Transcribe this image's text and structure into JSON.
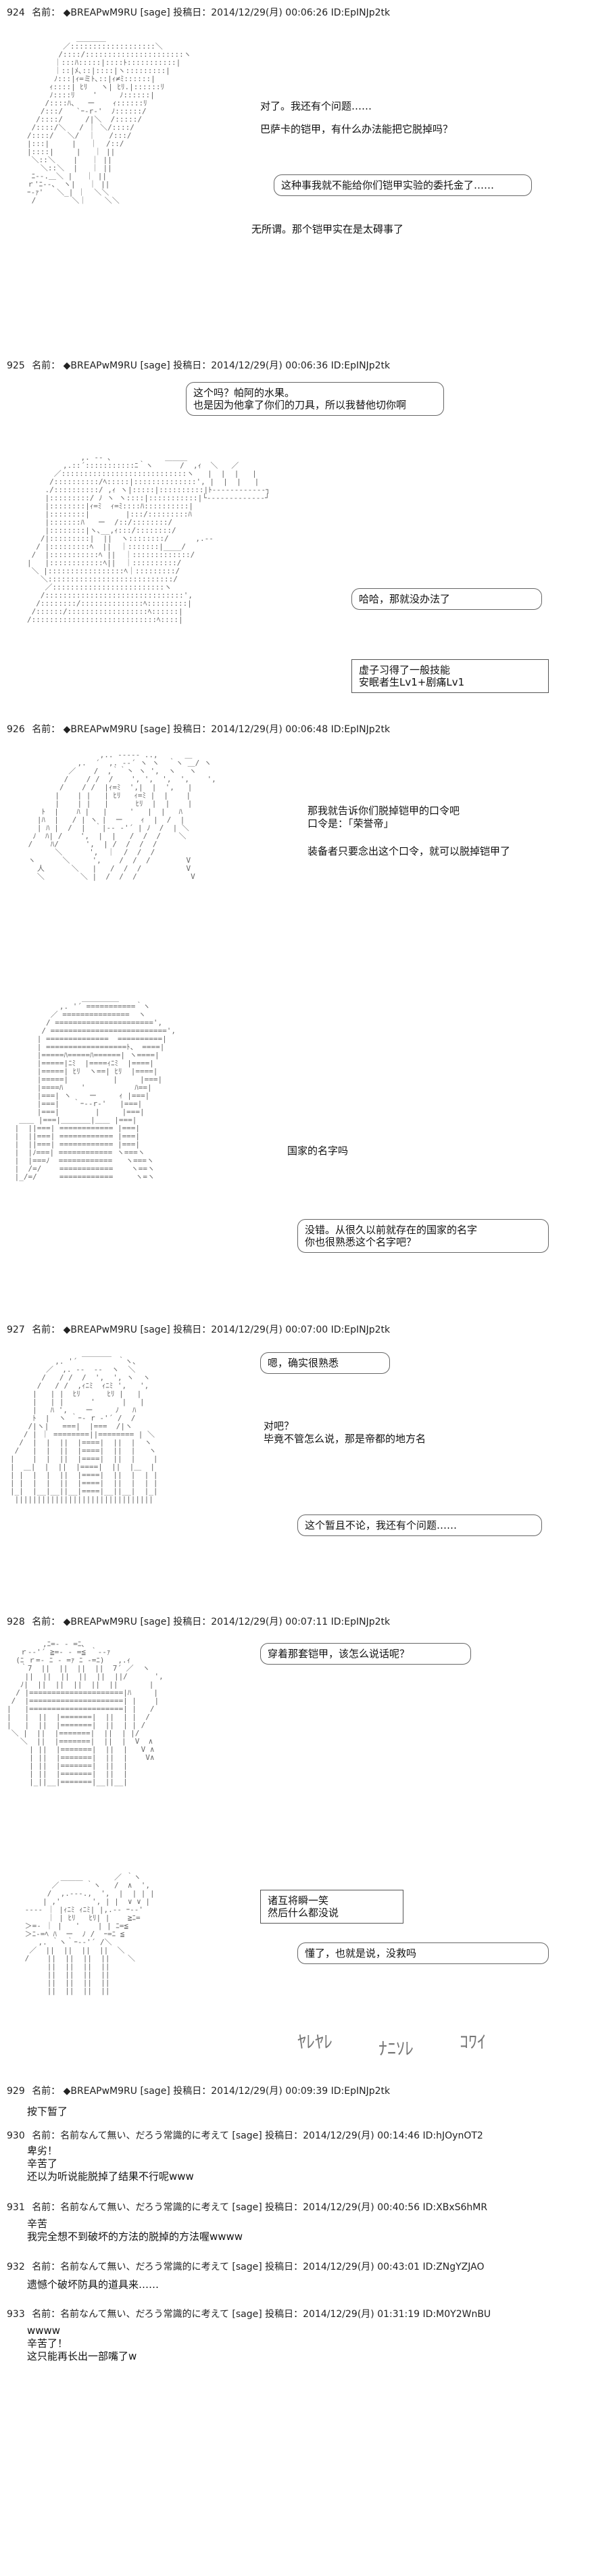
{
  "posts": [
    {
      "header": {
        "num": "924",
        "name_label": "名前：",
        "name": "◆BREAPwM9RU",
        "mail": "[sage]",
        "date": "投稿日：2014/12/29(月) 00:06:26",
        "id": "ID:EpINJp2tk"
      },
      "lines": [
        "对了。我还有个问题……",
        "巴萨卡的铠甲，有什么办法能把它脱掉吗？",
        "这种事我就不能给你们铠甲实验的委托金了……",
        "无所谓。那个铠甲实在是太碍事了"
      ]
    },
    {
      "header": {
        "num": "925",
        "name_label": "名前：",
        "name": "◆BREAPwM9RU",
        "mail": "[sage]",
        "date": "投稿日：2014/12/29(月) 00:06:36",
        "id": "ID:EpINJp2tk"
      },
      "lines": [
        "这个吗？帕阿的水果。\n也是因为他拿了你们的刀具，所以我替他切你啊",
        "哈哈，那就没办法了",
        "虚子习得了一般技能\n安眠者生Lv1+剧痛Lv1"
      ]
    },
    {
      "header": {
        "num": "926",
        "name_label": "名前：",
        "name": "◆BREAPwM9RU",
        "mail": "[sage]",
        "date": "投稿日：2014/12/29(月) 00:06:48",
        "id": "ID:EpINJp2tk"
      },
      "lines": [
        "那我就告诉你们脱掉铠甲的口令吧\n口令是：「荣誉帝」",
        "装备者只要念出这个口令，就可以脱掉铠甲了",
        "国家的名字吗",
        "没错。从很久以前就存在的国家的名字\n你也很熟悉这个名字吧？"
      ]
    },
    {
      "header": {
        "num": "927",
        "name_label": "名前：",
        "name": "◆BREAPwM9RU",
        "mail": "[sage]",
        "date": "投稿日：2014/12/29(月) 00:07:00",
        "id": "ID:EpINJp2tk"
      },
      "lines": [
        "嗯，确实很熟悉",
        "对吧？\n毕竟不管怎么说，那是帝都的地方名",
        "这个暂且不论，我还有个问题……"
      ]
    },
    {
      "header": {
        "num": "928",
        "name_label": "名前：",
        "name": "◆BREAPwM9RU",
        "mail": "[sage]",
        "date": "投稿日：2014/12/29(月) 00:07:11",
        "id": "ID:EpINJp2tk"
      },
      "lines": [
        "穿着那套铠甲，该怎么说话呢？",
        "诸互将瞬一笑\n然后什么都没说",
        "懂了，也就是说，没救吗"
      ],
      "sfx": [
        "ﾔﾚﾔﾚ",
        "ﾅﾆｿﾚ",
        "ｺﾜｲ"
      ]
    },
    {
      "header": {
        "num": "929",
        "name_label": "名前：",
        "name": "◆BREAPwM9RU",
        "mail": "[sage]",
        "date": "投稿日：2014/12/29(月) 00:09:39",
        "id": "ID:EpINJp2tk"
      },
      "lines": [
        "按下暂了"
      ]
    }
  ],
  "replies": [
    {
      "num": "930",
      "header": "名前：名前なんて無い、だろう常識的に考えて [sage] 投稿日：2014/12/29(月) 00:14:46 ID:hJOynOT2",
      "body": "卑劣！\n辛苦了\n还以为听说能脱掉了结果不行呢www"
    },
    {
      "num": "931",
      "header": "名前：名前なんて無い、だろう常識的に考えて [sage] 投稿日：2014/12/29(月) 00:40:56 ID:XBxS6hMR",
      "body": "辛苦\n我完全想不到破坏的方法的脱掉的方法喔wwww"
    },
    {
      "num": "932",
      "header": "名前：名前なんて無い、だろう常識的に考えて [sage] 投稿日：2014/12/29(月) 00:43:01 ID:ZNgYZJAO",
      "body": "遗憾个破坏防具的道具来……"
    },
    {
      "num": "933",
      "header": "名前：名前なんて無い、だろう常識的に考えて [sage] 投稿日：2014/12/29(月) 01:31:19 ID:M0Y2WnBU",
      "body": "wwww\n辛苦了！\n这只能再长出一部嘴了w"
    }
  ]
}
